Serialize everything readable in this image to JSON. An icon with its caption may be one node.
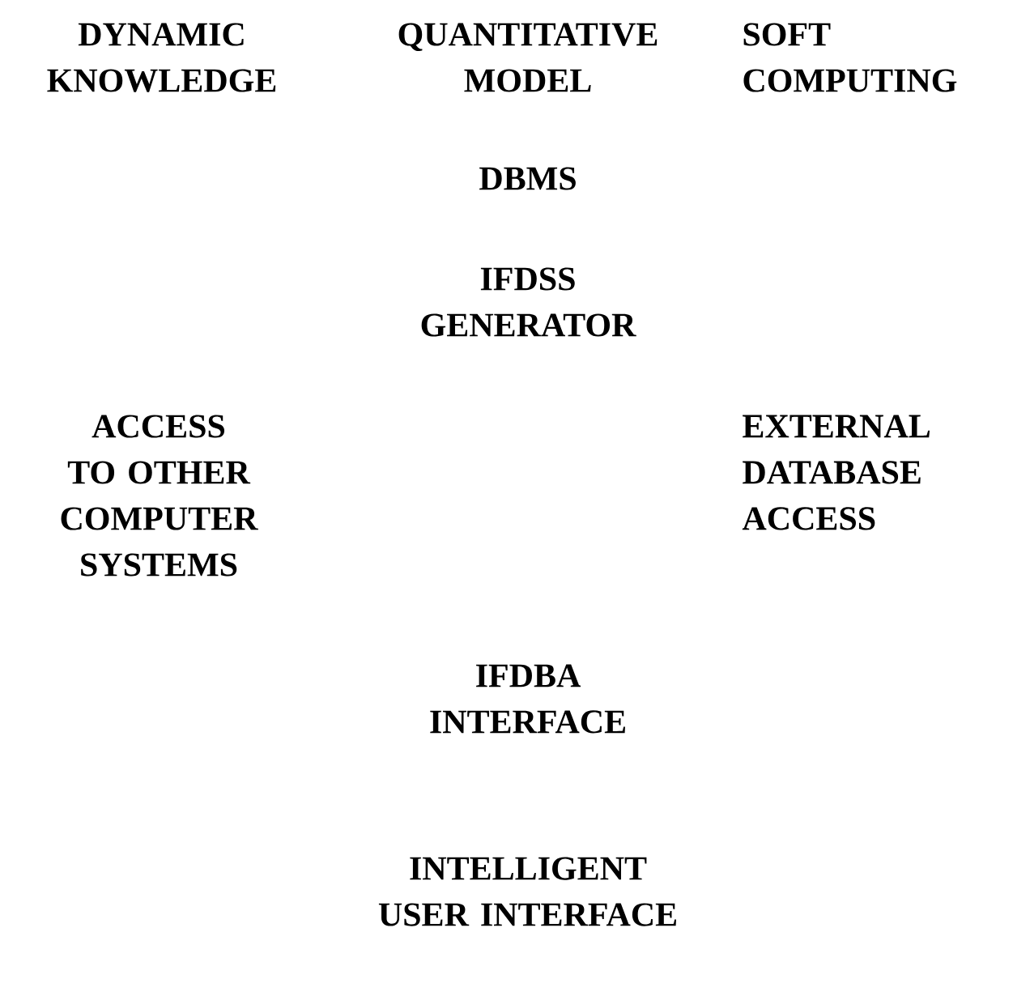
{
  "diagram": {
    "labels": [
      "DYNAMIC KNOWLEDGE",
      "QUANTITATIVE MODEL",
      "SOFT COMPUTING",
      "DBMS",
      "IFDSS GENERATOR",
      "ACCESS TO OTHER COMPUTER SYSTEMS",
      "EXTERNAL DATABASE ACCESS",
      "IFDBA INTERFACE",
      "INTELLIGENT USER INTERFACE"
    ]
  }
}
